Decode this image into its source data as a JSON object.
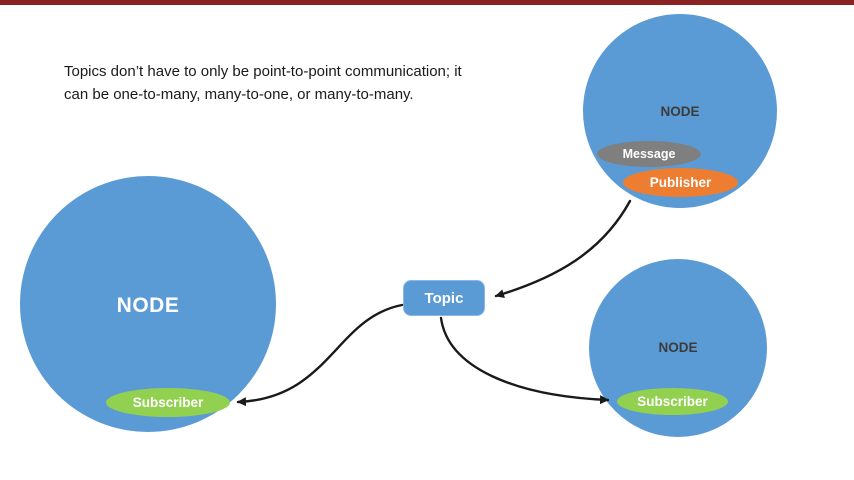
{
  "caption": {
    "line1": "Topics don’t have to only be point-to-point communication; it",
    "line2": "can be one-to-many, many-to-one, or many-to-many."
  },
  "nodes": {
    "left": {
      "label": "NODE",
      "subscriber_label": "Subscriber"
    },
    "top_right": {
      "label": "NODE",
      "message_label": "Message",
      "publisher_label": "Publisher"
    },
    "bottom_right": {
      "label": "NODE",
      "subscriber_label": "Subscriber"
    }
  },
  "topic": {
    "label": "Topic"
  },
  "colors": {
    "node_blue": "#5b9bd5",
    "subscriber_green": "#92d050",
    "publisher_orange": "#ed7d31",
    "message_gray": "#7f7f7f",
    "top_bar_red": "#8b2323",
    "arrow_black": "#1a1a1a"
  }
}
